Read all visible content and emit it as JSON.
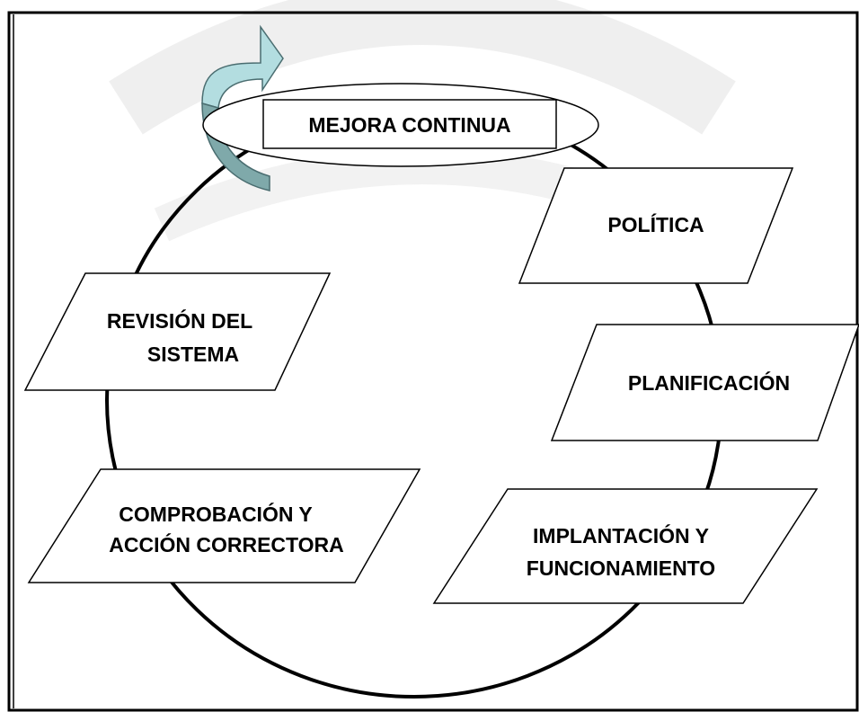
{
  "diagram": {
    "improvement": "MEJORA CONTINUA",
    "steps": {
      "policy": "POLÍTICA",
      "planning": "PLANIFICACIÓN",
      "implementation": [
        "IMPLANTACIÓN Y",
        "FUNCIONAMIENTO"
      ],
      "checking": [
        "COMPROBACIÓN Y",
        "ACCIÓN CORRECTORA"
      ],
      "review": [
        "REVISIÓN DEL",
        "SISTEMA"
      ]
    }
  },
  "colors": {
    "arrow_fill": "#b3dde0",
    "arrow_shade": "#7fa9aa",
    "watermark": "#eeeeee",
    "stroke": "#000000"
  }
}
